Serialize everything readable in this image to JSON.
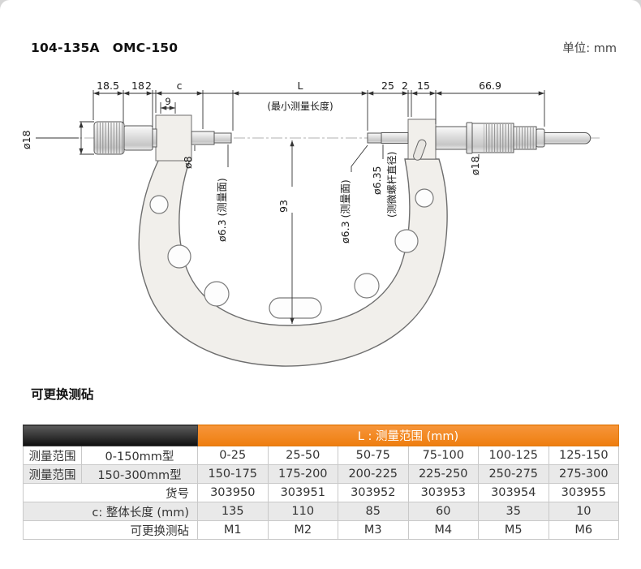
{
  "header": {
    "model": "104-135A",
    "code": "OMC-150",
    "unit": "单位: mm"
  },
  "drawing": {
    "top_dims": {
      "d185": "18.5",
      "d18": "18",
      "d2a": "2",
      "dc": "c",
      "d9": "9",
      "dL": "L",
      "min_note": "(最小测量长度)",
      "d25": "25",
      "d2b": "2",
      "d15": "15",
      "d669": "66.9"
    },
    "side_labels": {
      "dia18_left": "ø18",
      "dia8": "ø8",
      "dia63_left": "ø6.3 (测量面)",
      "d93": "93",
      "dia63_right": "ø6.3 (测量面)",
      "dia635": "ø6.35",
      "screw_note": "(测微螺杆直径)",
      "dia18_right": "ø18"
    }
  },
  "colors": {
    "accent_orange": "#f08222",
    "table_header_dark": "#2a2a2a",
    "row_alt": "#e9e9e9"
  },
  "anvil_section": {
    "section_title": "可更换测砧",
    "table": {
      "header": "L : 测量范围 (mm)",
      "rows": [
        {
          "label": "测量范围",
          "type": "0-150mm型",
          "values": [
            "0-25",
            "25-50",
            "50-75",
            "75-100",
            "100-125",
            "125-150"
          ]
        },
        {
          "label": "测量范围",
          "type": "150-300mm型",
          "values": [
            "150-175",
            "175-200",
            "200-225",
            "225-250",
            "250-275",
            "275-300"
          ]
        },
        {
          "label": "货号",
          "values": [
            "303950",
            "303951",
            "303952",
            "303953",
            "303954",
            "303955"
          ]
        },
        {
          "label": "c: 整体长度 (mm)",
          "values": [
            "135",
            "110",
            "85",
            "60",
            "35",
            "10"
          ]
        },
        {
          "label": "可更换测砧",
          "values": [
            "M1",
            "M2",
            "M3",
            "M4",
            "M5",
            "M6"
          ]
        }
      ]
    }
  }
}
